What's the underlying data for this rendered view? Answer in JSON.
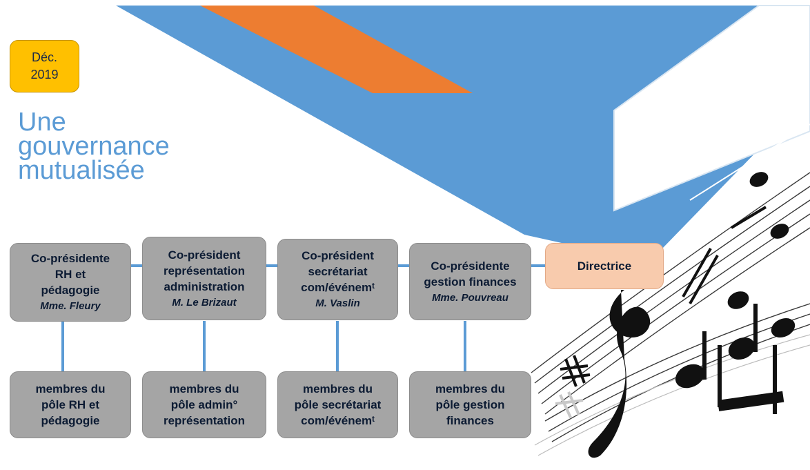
{
  "badge": {
    "line1": "Déc.",
    "line2": "2019"
  },
  "title": {
    "line1": "Une",
    "line2": "gouvernance",
    "line3": "mutualisée"
  },
  "presidents": [
    {
      "l1": "Co-présidente",
      "l2": "RH et",
      "l3": "pédagogie",
      "name": "Mme. Fleury"
    },
    {
      "l1": "Co-président",
      "l2": "représentation",
      "l3": "administration",
      "name": "M. Le Brizaut"
    },
    {
      "l1": "Co-président",
      "l2": "secrétariat",
      "l3": "com/événemᵗ",
      "name": "M. Vaslin"
    },
    {
      "l1": "Co-présidente",
      "l2": "gestion finances",
      "l3": "",
      "name": "Mme. Pouvreau"
    }
  ],
  "poles": [
    {
      "l1": "membres du",
      "l2": "pôle RH et",
      "l3": "pédagogie"
    },
    {
      "l1": "membres du",
      "l2": "pôle admin°",
      "l3": "représentation"
    },
    {
      "l1": "membres du",
      "l2": "pôle secrétariat",
      "l3": "com/événemᵗ"
    },
    {
      "l1": "membres du",
      "l2": "pôle gestion",
      "l3": "finances"
    }
  ],
  "director": {
    "label": "Directrice"
  },
  "colors": {
    "accent_blue": "#5b9bd5",
    "accent_orange": "#ed7d31",
    "badge_yellow": "#ffc000",
    "box_grey": "#a5a5a5",
    "director_peach": "#f8cbad"
  },
  "decor": {
    "background_art": "music-notes-treble-clef-icon"
  }
}
